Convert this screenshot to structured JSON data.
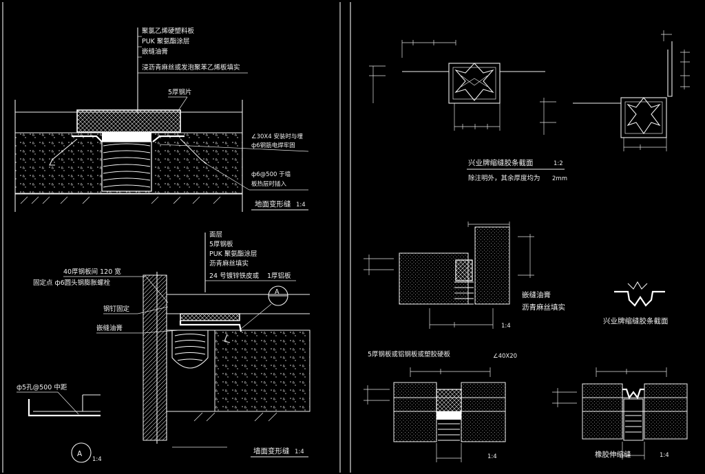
{
  "drawing": {
    "background": "#000000",
    "line_color": "#f2f2f2",
    "detail_floor": {
      "labels": [
        "聚氯乙烯硬塑料板",
        "PUK 聚氨酯涂层",
        "嵌缝油膏",
        "浸沥青麻丝或发泡聚苯乙烯板填实"
      ],
      "plate_label": "5厚钢片",
      "angle_label_1": "∠30X4 安装时与埋",
      "angle_label_2": "ф6钢筋电焊牢固",
      "anchor_label_1": "ф6@500 于墙",
      "anchor_label_2": "板热层时插入",
      "title": "地面变形缝",
      "scale": "1:4"
    },
    "detail_wall": {
      "labels": [
        "面层",
        "5厚钢板",
        "PUK 聚氨酯涂层",
        "沥青麻丝填实",
        "24 号镀锌铁皮或",
        "1厚铝板"
      ],
      "left_label_1": "40厚钢板间 120 宽",
      "left_label_2": "固定点 ф6圆头钢膨胀螺栓",
      "nail_label": "钢钉固定",
      "sealant_label": "嵌缝油膏",
      "callout": "A",
      "title": "墙面变形缝",
      "scale": "1:4"
    },
    "detail_A": {
      "label": "ф5孔@500 中距",
      "callout": "A",
      "scale": "1:4"
    },
    "detail_profile": {
      "title": "兴业牌缩缝胶条截面",
      "title_scale": "1:2",
      "note": "除注明外，其余厚度均为",
      "note_value": "2mm"
    },
    "detail_corner": {
      "label_1": "嵌缝油膏",
      "label_2": "沥青麻丝填实",
      "scale": "1:4"
    },
    "detail_strip": {
      "title": "兴业牌缩缝胶条截面"
    },
    "detail_bottom_left": {
      "label": "5厚钢板或铝钢板或塑胶硬板",
      "angle": "∠40X20",
      "scale": "1:4"
    },
    "detail_bottom_right": {
      "title": "橡胶伸缩缝",
      "scale": "1:4"
    }
  }
}
